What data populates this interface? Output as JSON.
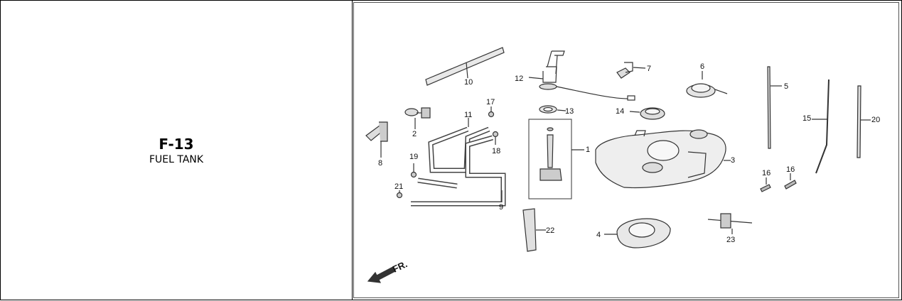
{
  "section": {
    "code": "F-13",
    "title": "FUEL TANK"
  },
  "diagram": {
    "direction_label": "FR.",
    "callouts": [
      "1",
      "2",
      "3",
      "4",
      "5",
      "6",
      "7",
      "8",
      "9",
      "10",
      "11",
      "12",
      "13",
      "14",
      "15",
      "16",
      "16",
      "17",
      "18",
      "19",
      "20",
      "21",
      "22",
      "23"
    ]
  }
}
